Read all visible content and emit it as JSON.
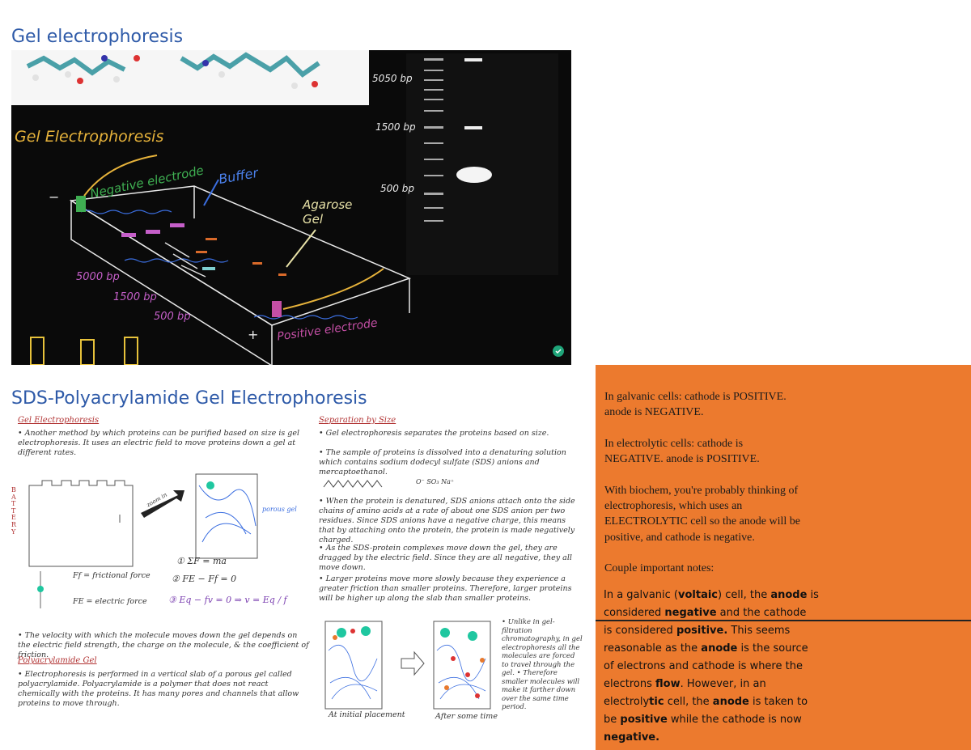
{
  "headings": {
    "gel": "Gel electrophoresis",
    "sds": "SDS-Polyacrylamide Gel Electrophoresis"
  },
  "gel_image": {
    "title": "Gel Electrophoresis",
    "negative": "Negative electrode",
    "buffer": "Buffer",
    "agarose": "Agarose Gel",
    "positive": "Positive electrode",
    "bands": [
      "5000 bp",
      "1500 bp",
      "500 bp"
    ],
    "ladder": [
      "5050 bp",
      "1500 bp",
      "500 bp"
    ],
    "minus": "−",
    "plus": "+"
  },
  "sds_image": {
    "left_title": "Gel Electrophoresis",
    "left_intro": "• Another method by which proteins can be purified based on size is gel electrophoresis. It uses an electric field to move proteins down a gel at different rates.",
    "battery": "BATTERY",
    "zoom": "zoom in",
    "porous": "porous gel",
    "ff": "Ff = frictional force",
    "fe": "FE = electric force",
    "eq1": "① ΣF = ma",
    "eq2": "② FE − Ff = 0",
    "eq3": "③ Eq − fv = 0 ⇒ v = Eq / f",
    "velocity": "• The velocity with which the molecule moves down the gel depends on the electric field strength, the charge on the molecule, & the coefficient of friction.",
    "poly_title": "Polyacrylamide Gel",
    "poly": "• Electrophoresis is performed in a vertical slab of a porous gel called polyacrylamide. Polyacrylamide is a polymer that does not react chemically with the proteins. It has many pores and channels that allow proteins to move through.",
    "right_title": "Separation by Size",
    "r1": "• Gel electrophoresis separates the proteins based on size.",
    "r2": "• The sample of proteins is dissolved into a denaturing solution which contains sodium dodecyl sulfate (SDS) anions and mercaptoethanol.",
    "sds_formula": "O⁻ SO₃ Na⁺",
    "r3": "• When the protein is denatured, SDS anions attach onto the side chains of amino acids at a rate of about one SDS anion per two residues. Since SDS anions have a negative charge, this means that by attaching onto the protein, the protein is made negatively charged.",
    "r4": "• As the SDS-protein complexes move down the gel, they are dragged by the electric field. Since they are all negative, they all move down.",
    "r5": "• Larger proteins move more slowly because they experience a greater friction than smaller proteins. Therefore, larger proteins will be higher up along the slab than smaller proteins.",
    "r6": "• Unlike in gel-filtration chromatography, in gel electrophoresis all the molecules are forced to travel through the gel. • Therefore smaller molecules will make it farther down over the same time period.",
    "cap1": "At initial placement",
    "cap2": "After some time"
  },
  "note": {
    "p1": "In galvanic cells: cathode is POSITIVE. anode is NEGATIVE.",
    "p2": "In electrolytic cells: cathode is NEGATIVE. anode is POSITIVE.",
    "p3": "With biochem, you're probably thinking of electrophoresis, which uses an ELECTROLYTIC cell so the anode will be positive, and cathode is negative.",
    "p4": "Couple important notes:"
  },
  "overlay": {
    "a1": "In a galvanic (",
    "a2": "voltaic",
    "a3": ") cell",
    "a4": ", the ",
    "a5": "anode",
    "a6": " is",
    "b1": "considered ",
    "b2": "negative",
    "b3": " and the cathode",
    "c1": "is considered ",
    "c2": "positive.",
    "c3": " This seems",
    "d1": "reasonable as the ",
    "d2": "anode",
    "d3": " is the source",
    "e1": "of electrons and cathode is where the",
    "f1": "electrons ",
    "f2": "flow",
    "f3": ". However, in an",
    "g1": "electroly",
    "g2": "tic",
    "g3": " cell, the ",
    "g4": "anode",
    "g5": " is taken to",
    "h1": "be ",
    "h2": "positive",
    "h3": " while the cathode is now",
    "i1": "negative."
  }
}
